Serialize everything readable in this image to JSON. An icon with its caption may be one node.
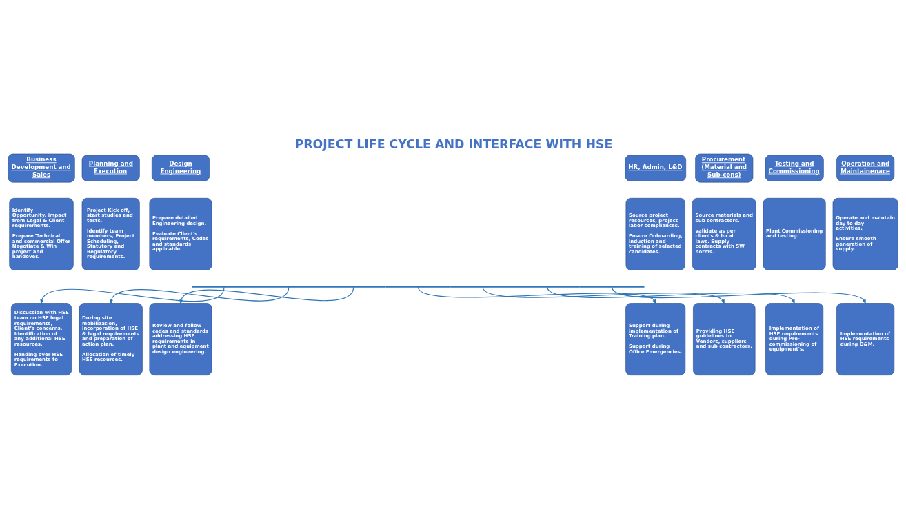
{
  "diagram": {
    "title": "PROJECT LIFE CYCLE AND INTERFACE WITH HSE",
    "nodes": [
      {
        "text": [
          "Business Development and Sales"
        ]
      },
      {
        "text": [
          "Planning and Execution"
        ]
      },
      {
        "text": [
          "Design Engineering"
        ]
      },
      {
        "text": [
          "HR, Admin, L&D"
        ]
      },
      {
        "text": [
          "Procurement (Material and Sub-cons)"
        ]
      },
      {
        "text": [
          "Testing and Commissioning"
        ]
      },
      {
        "text": [
          "Operation and Maintainenace"
        ]
      },
      {
        "text": [
          "Identify Opportunity, impact from Legal & Client requirements.",
          "Prepare Technical and commercial Offer Negotiate & Win project and handover."
        ]
      },
      {
        "text": [
          "Project Kick off, start studies and tests.",
          "Identify team members, Project Scheduling, Statutory and Regulatory requirements."
        ]
      },
      {
        "text": [
          "Prepare detailed Engineering design.",
          "Evaluate Client's requirements, Codes and standards applicable."
        ]
      },
      {
        "text": [
          "Source project resources, project labor compliances.",
          "Ensure Onboarding, induction and training of selected candidates."
        ]
      },
      {
        "text": [
          "Source materials and sub contractors.",
          "validate as per clients & local laws. Supply contracts with SW norms."
        ]
      },
      {
        "text": [
          "Plant Commissioning and testing."
        ]
      },
      {
        "text": [
          "Operate and maintain day to day activities.",
          "Ensure smooth generation of supply."
        ]
      },
      {
        "text": [],
        "shape": "bar"
      },
      {
        "text": [
          "Discussion with HSE team on HSE legal requirements, Client’s concerns. Identification of any additional HSE resources.",
          "Handing over HSE requirements to Execution."
        ]
      },
      {
        "text": [
          "During site mobilization, incorporation of HSE & legal requirements and preparation of action plan.",
          "Allocation of timely HSE resources."
        ]
      },
      {
        "text": [
          "Review and follow codes and standards addressing HSE requirements in plant and equipment design engineering."
        ]
      },
      {
        "text": [
          "Support during implementation of Training plan.",
          "Support during Office Emergencies."
        ]
      },
      {
        "text": [
          "Providing HSE guidelines to Vendors, suppliers and sub contractors."
        ]
      },
      {
        "text": [
          "Implementation of HSE requirements during Pre-commissioning of equipment's."
        ]
      },
      {
        "text": [
          "Implementation of HSE requirements during O&M."
        ]
      }
    ],
    "edges": [
      {
        "from": 14,
        "to": 15,
        "arrow": "to"
      },
      {
        "from": 14,
        "to": 16,
        "arrow": "to"
      },
      {
        "from": 14,
        "to": 17,
        "arrow": "to"
      },
      {
        "from": 14,
        "to": 18,
        "arrow": "to"
      },
      {
        "from": 14,
        "to": 19,
        "arrow": "to"
      },
      {
        "from": 14,
        "to": 20,
        "arrow": "to"
      },
      {
        "from": 14,
        "to": 21,
        "arrow": "to"
      }
    ]
  }
}
